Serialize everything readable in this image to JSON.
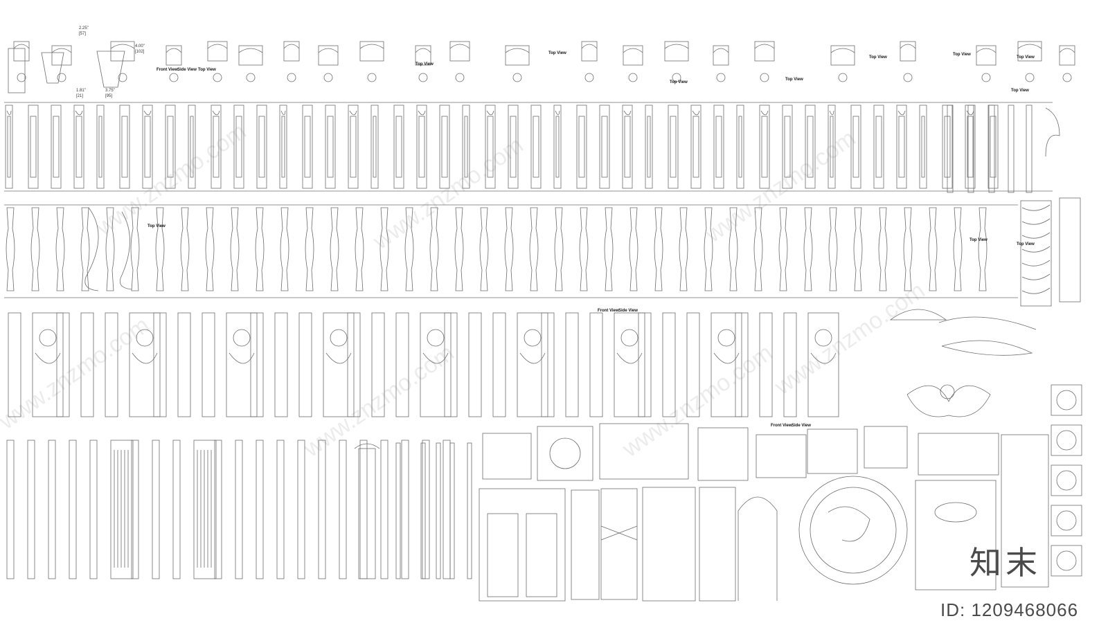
{
  "view_labels": {
    "top_view": "Top View",
    "front_view": "Front View",
    "side_view": "Side View"
  },
  "dimension_labels": {
    "d1": "2.25\"",
    "d2": "[57]",
    "d3": "4.00\"",
    "d4": "[102]",
    "d5": "3.75\"",
    "d6": "[95]",
    "d7": "1.81\"",
    "d8": "[21]"
  },
  "watermark_text": "www.znzmo.com",
  "brand_logo": "知末",
  "asset_id": "ID: 1209468066",
  "colors": {
    "line": "#6b6b6b",
    "background": "#ffffff",
    "brand_gray": "#4a4a4a"
  }
}
